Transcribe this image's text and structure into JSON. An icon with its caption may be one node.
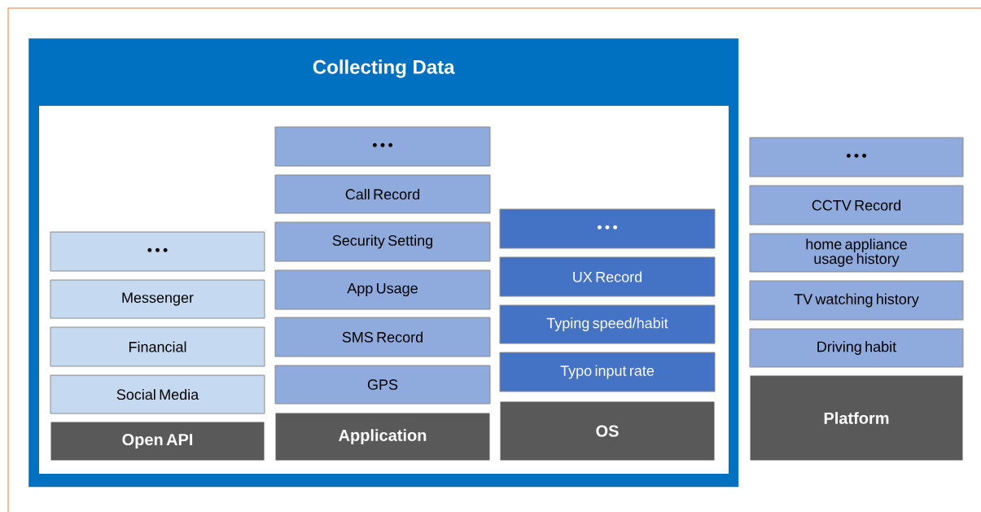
{
  "diagram": {
    "nodes": [
      {
        "text": [
          "Collecting Data"
        ]
      },
      {
        "text": [
          "• • •"
        ],
        "in": 0
      },
      {
        "text": [
          "Messenger"
        ],
        "in": 0
      },
      {
        "text": [
          "Financial"
        ],
        "in": 0
      },
      {
        "text": [
          "Social Media"
        ],
        "in": 0
      },
      {
        "text": [
          "Open API"
        ],
        "in": 0
      },
      {
        "text": [
          "• • •"
        ],
        "in": 0
      },
      {
        "text": [
          "Call Record"
        ],
        "in": 0
      },
      {
        "text": [
          "Security Setting"
        ],
        "in": 0
      },
      {
        "text": [
          "App Usage"
        ],
        "in": 0
      },
      {
        "text": [
          "SMS Record"
        ],
        "in": 0
      },
      {
        "text": [
          "GPS"
        ],
        "in": 0
      },
      {
        "text": [
          "Application"
        ],
        "in": 0
      },
      {
        "text": [
          "• • •"
        ],
        "in": 0
      },
      {
        "text": [
          "UX Record"
        ],
        "in": 0
      },
      {
        "text": [
          "Typing speed/habit"
        ],
        "in": 0
      },
      {
        "text": [
          "Typo input rate"
        ],
        "in": 0
      },
      {
        "text": [
          "OS"
        ],
        "in": 0
      },
      {
        "text": [
          "• • •"
        ]
      },
      {
        "text": [
          "CCTV Record"
        ]
      },
      {
        "text": [
          "home appliance usage history"
        ]
      },
      {
        "text": [
          "TV watching history"
        ]
      },
      {
        "text": [
          "Driving habit"
        ]
      },
      {
        "text": [
          "Platform"
        ]
      }
    ],
    "edges": []
  }
}
